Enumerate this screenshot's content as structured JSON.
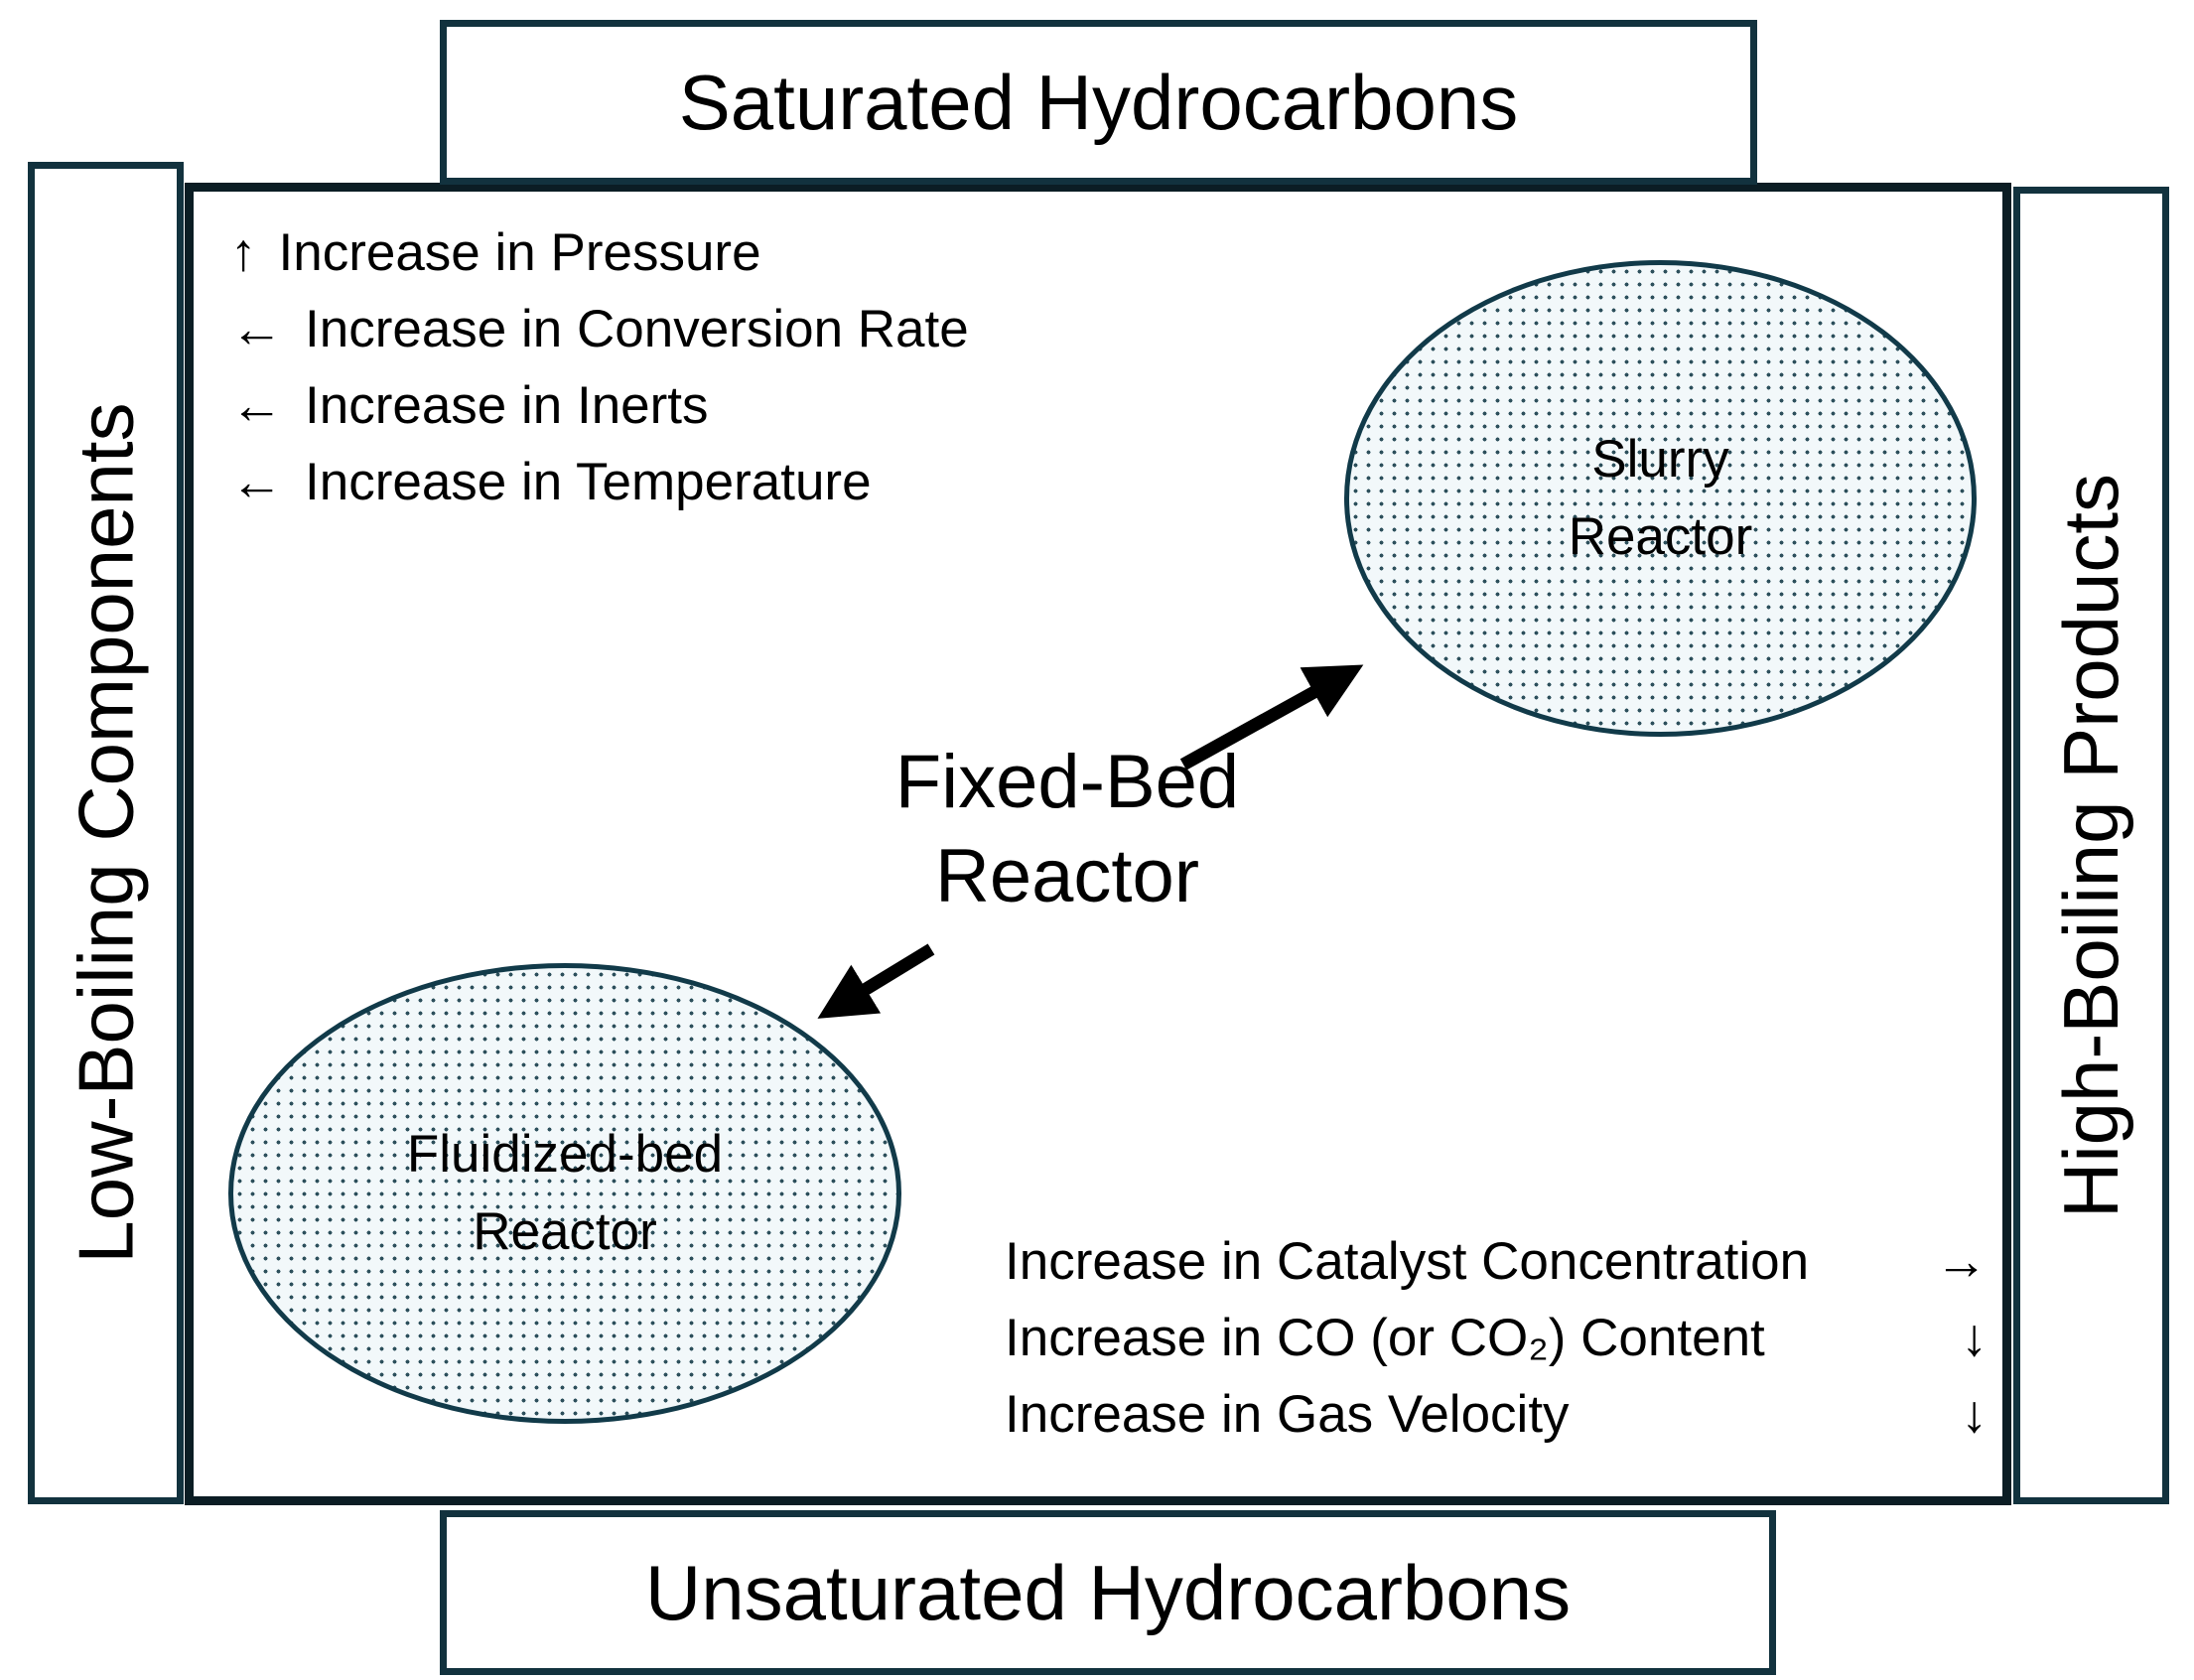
{
  "frame": {
    "top_label": "Saturated Hydrocarbons",
    "bottom_label": "Unsaturated Hydrocarbons",
    "left_label": "Low-Boiling Components",
    "right_label": "High-Boiling Products"
  },
  "reactors": {
    "fixed_bed": {
      "line1": "Fixed-Bed",
      "line2": "Reactor"
    },
    "slurry": {
      "line1": "Slurry",
      "line2": "Reactor"
    },
    "fluidized": {
      "line1": "Fluidized-bed",
      "line2": "Reactor"
    }
  },
  "annotations_top_left": [
    {
      "arrow": "↑",
      "label": "Increase in Pressure"
    },
    {
      "arrow": "←",
      "label": "Increase in Conversion Rate"
    },
    {
      "arrow": "←",
      "label": "Increase in Inerts"
    },
    {
      "arrow": "←",
      "label": "Increase in Temperature"
    }
  ],
  "annotations_bottom_right": [
    {
      "label": "Increase in Catalyst Concentration",
      "arrow": "→"
    },
    {
      "label": "Increase in CO (or CO₂) Content",
      "arrow": "↓"
    },
    {
      "label": "Increase in Gas Velocity",
      "arrow": "↓"
    }
  ],
  "colors": {
    "box_border": "#12323e",
    "main_border": "#0b1d24",
    "ellipse_border": "#113a49",
    "ellipse_fill": "#f2f8fa",
    "dot": "#2d505c",
    "text": "#000000",
    "bg": "#ffffff"
  }
}
